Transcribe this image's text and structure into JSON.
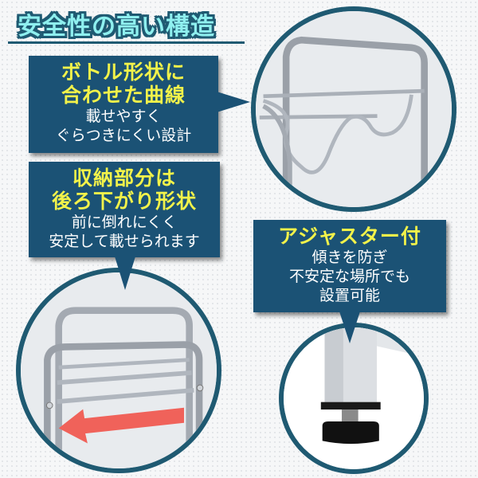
{
  "title": "安全性の高い構造",
  "features": [
    {
      "heading_lines": [
        "ボトル形状に",
        "合わせた曲線"
      ],
      "body_lines": [
        "載せやすく",
        "ぐらつきにくい設計"
      ],
      "image": "curved-bottle-rack-closeup"
    },
    {
      "heading_lines": [
        "収納部分は",
        "後ろ下がり形状"
      ],
      "body_lines": [
        "前に倒れにくく",
        "安定して載せられます"
      ],
      "image": "rear-sloping-rack-with-arrow"
    },
    {
      "heading_lines": [
        "アジャスター付"
      ],
      "body_lines": [
        "傾きを防ぎ",
        "不安定な場所でも",
        "設置可能"
      ],
      "image": "adjuster-foot-closeup"
    }
  ],
  "colors": {
    "callout_bg": "#1b5275",
    "heading_yellow": "#f2f24a",
    "title_fill": "#8ff0ef",
    "title_outline": "#1f5a72",
    "arrow_red": "#f0625a"
  }
}
